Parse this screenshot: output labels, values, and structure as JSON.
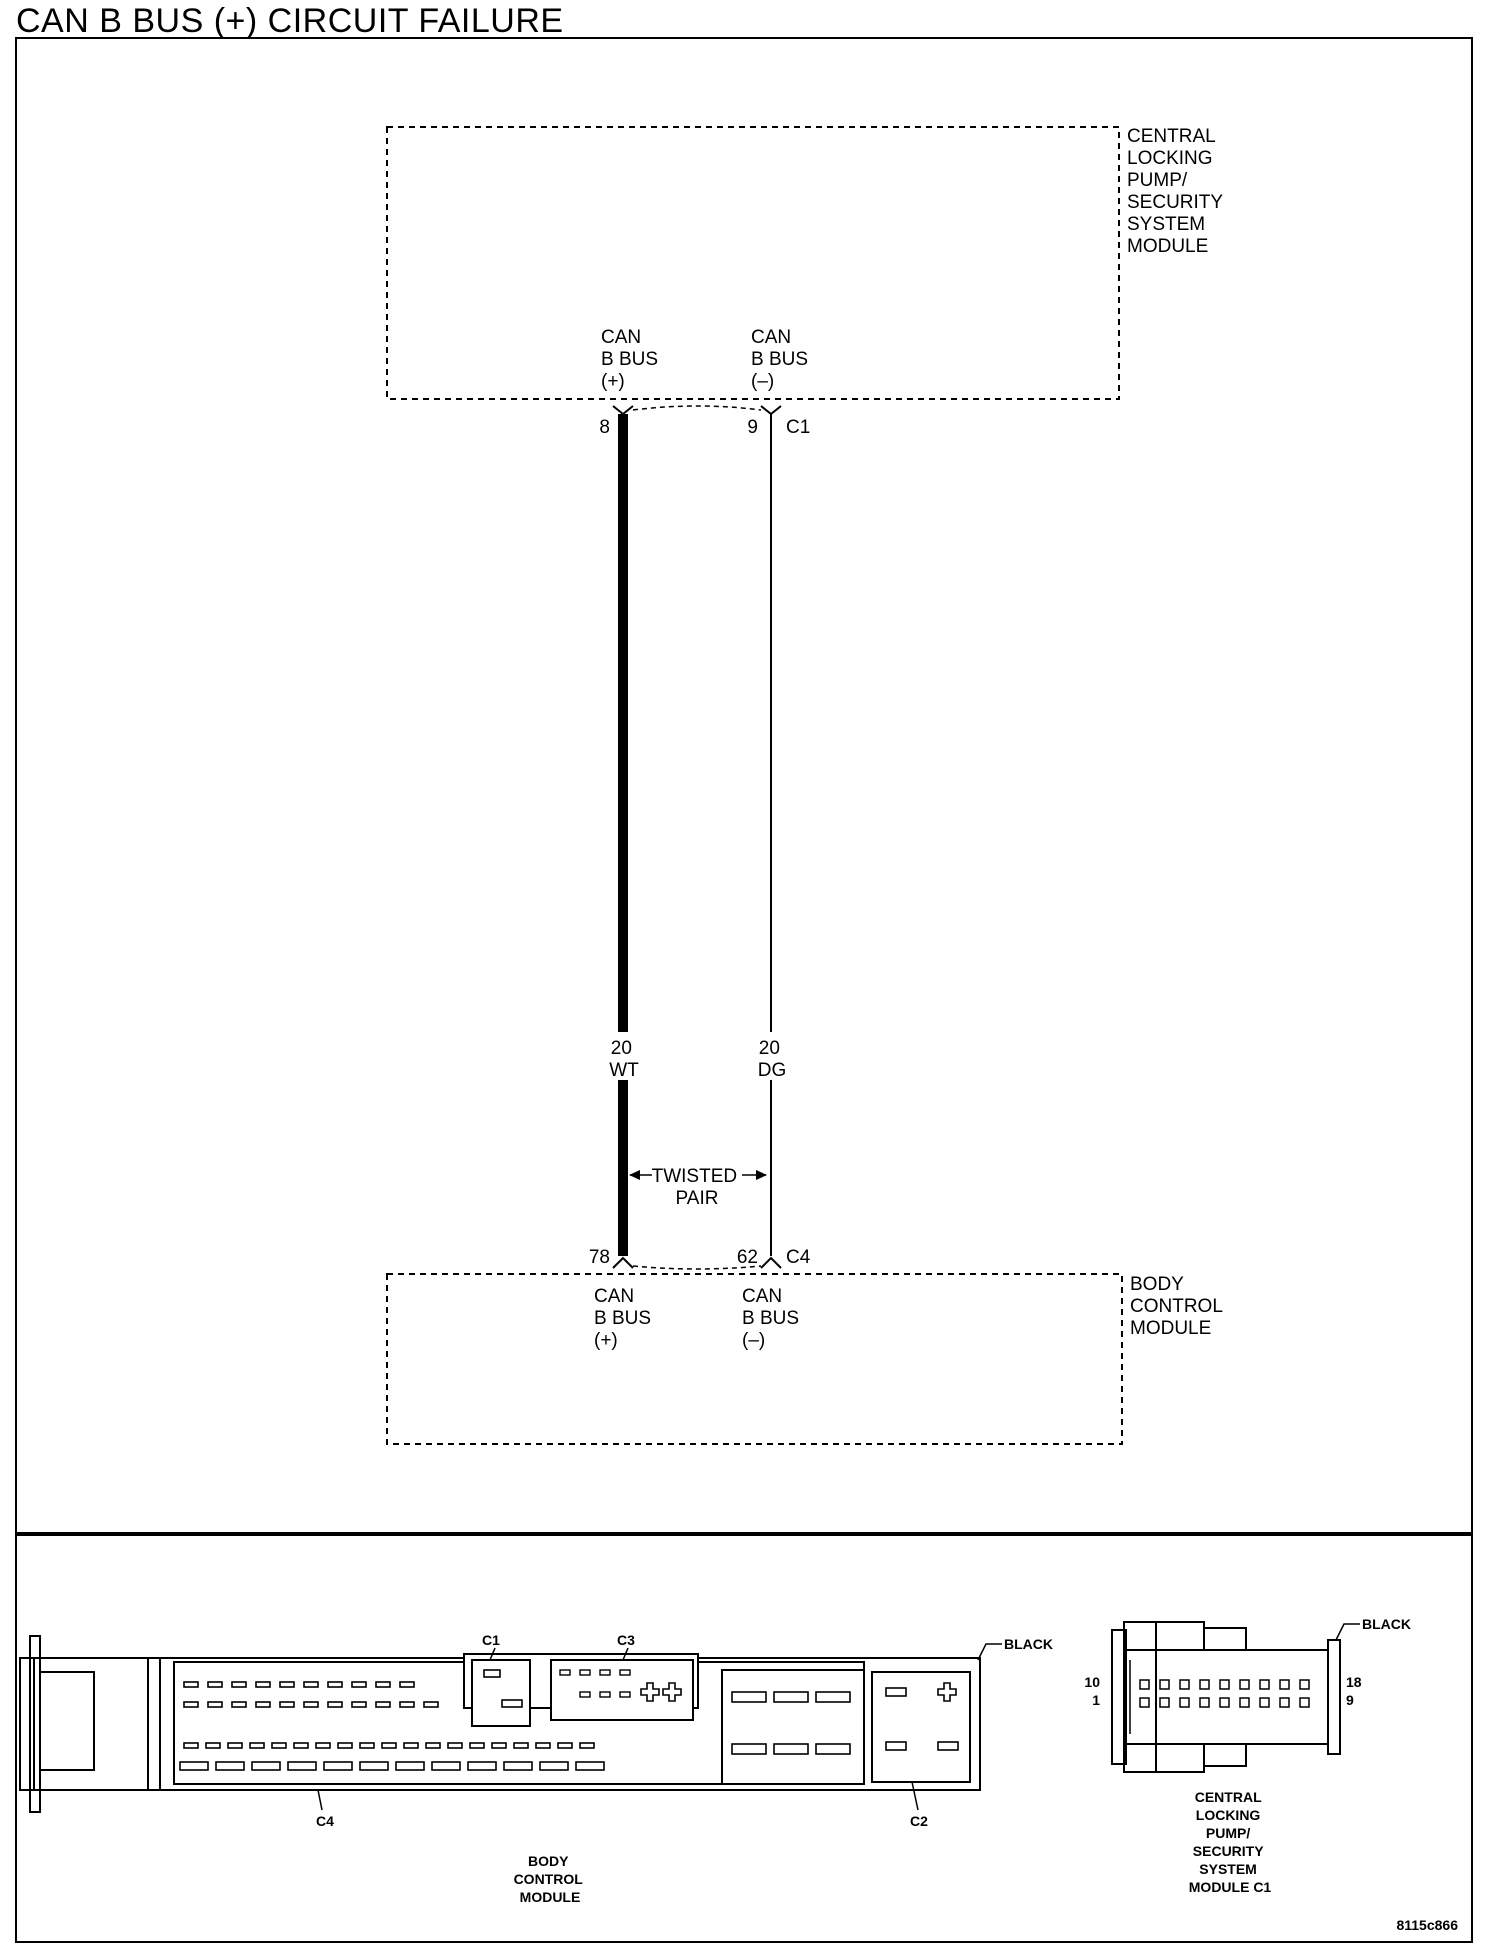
{
  "title": "CAN B BUS (+) CIRCUIT FAILURE",
  "schematic": {
    "upper_module": {
      "name_lines": [
        "CENTRAL",
        "LOCKING",
        "PUMP/",
        "SECURITY",
        "SYSTEM",
        "MODULE"
      ],
      "connector": "C1",
      "pins": [
        {
          "label_lines": [
            "CAN",
            "B BUS",
            "(+)"
          ],
          "pin": "8"
        },
        {
          "label_lines": [
            "CAN",
            "B BUS",
            "(–)"
          ],
          "pin": "9"
        }
      ]
    },
    "wires": [
      {
        "gauge": "20",
        "color": "WT",
        "style": "thick"
      },
      {
        "gauge": "20",
        "color": "DG",
        "style": "thin"
      }
    ],
    "twisted_pair_lines": [
      "TWISTED",
      "PAIR"
    ],
    "lower_module": {
      "name_lines": [
        "BODY",
        "CONTROL",
        "MODULE"
      ],
      "connector": "C4",
      "pins": [
        {
          "label_lines": [
            "CAN",
            "B BUS",
            "(+)"
          ],
          "pin": "78"
        },
        {
          "label_lines": [
            "CAN",
            "B BUS",
            "(–)"
          ],
          "pin": "62"
        }
      ]
    }
  },
  "connector_views": {
    "bcm": {
      "color_label": "BLACK",
      "connectors": [
        "C1",
        "C3",
        "C4",
        "C2"
      ],
      "name_lines": [
        "BODY",
        "CONTROL",
        "MODULE"
      ]
    },
    "clp": {
      "color_label": "BLACK",
      "pin_labels": {
        "top_left": "10",
        "bottom_left": "1",
        "top_right": "18",
        "bottom_right": "9"
      },
      "name_lines": [
        "CENTRAL",
        "LOCKING",
        "PUMP/",
        "SECURITY",
        "SYSTEM",
        "MODULE C1"
      ]
    }
  },
  "figure_id": "8115c866"
}
